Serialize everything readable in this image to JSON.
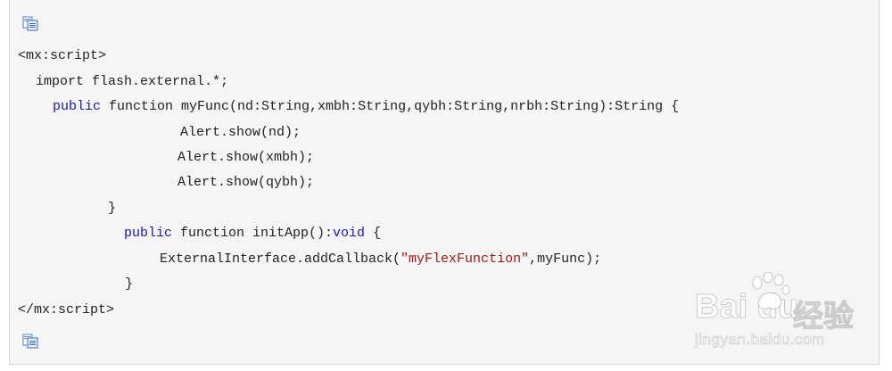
{
  "code": {
    "lines": {
      "l1": "<mx:script>",
      "l2": "import flash.external.*;",
      "l3_kw": "public",
      "l3_rest": " function myFunc(nd:String,xmbh:String,qybh:String,nrbh:String):String {",
      "l4": "Alert.show(nd);",
      "l5": "Alert.show(xmbh);",
      "l6": "Alert.show(qybh);",
      "l7": "}",
      "l8_kw": "public",
      "l8_mid": " function initApp():",
      "l8_kw2": "void",
      "l8_end": " {",
      "l9_start": "ExternalInterface.addCallback(",
      "l9_str": "\"myFlexFunction\"",
      "l9_end": ",myFunc);",
      "l10": "}",
      "l11": "</mx:script>"
    }
  },
  "toolbar": {
    "copy_icon_top": "copy-icon",
    "copy_icon_bottom": "copy-icon"
  },
  "watermark": {
    "logo_text": "Bai du",
    "jingyan_text": "经验",
    "url_text": "jingyan.baidu.com"
  },
  "colors": {
    "keyword": "#1a1aa6",
    "string": "#a31515",
    "background": "#f5f5f5"
  }
}
